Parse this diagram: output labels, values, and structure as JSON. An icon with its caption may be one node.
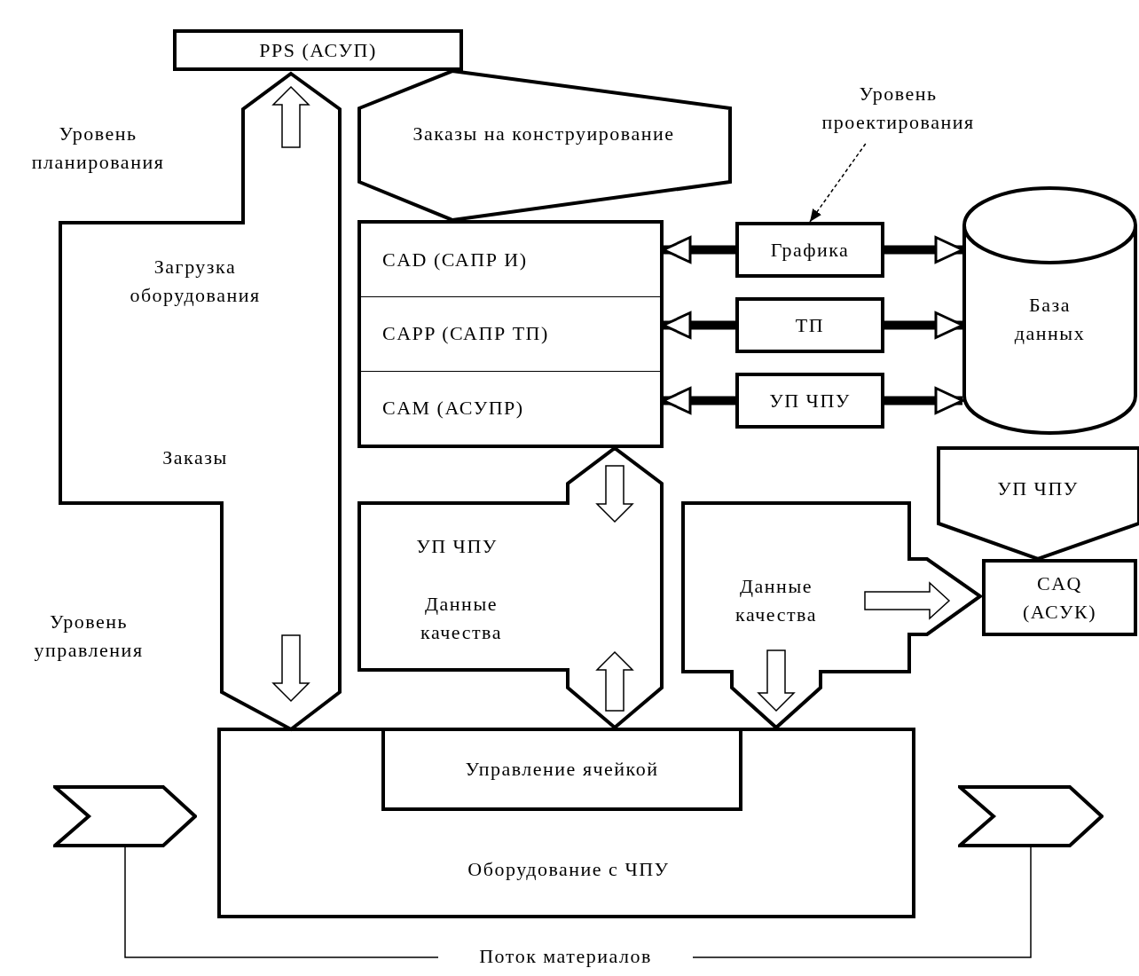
{
  "diagram": {
    "nodes": [
      {
        "text": [
          "PPS (АСУП)"
        ]
      },
      {
        "text": [
          "Загрузка оборудования",
          "Заказы"
        ]
      },
      {
        "text": [
          "Заказы на конструирование"
        ]
      },
      {
        "text": [
          "CAD (САПР И)",
          "CAPP (САПР ТП)",
          "CAM (АСУПР)"
        ]
      },
      {
        "text": [
          "Графика"
        ]
      },
      {
        "text": [
          "ТП"
        ]
      },
      {
        "text": [
          "УП ЧПУ"
        ]
      },
      {
        "text": [
          "База данных"
        ]
      },
      {
        "text": [
          "УП ЧПУ",
          "Данные качества"
        ]
      },
      {
        "text": [
          "Данные качества"
        ]
      },
      {
        "text": [
          "УП ЧПУ"
        ]
      },
      {
        "text": [
          "CAQ (АСУК)"
        ]
      },
      {
        "text": [
          "Оборудование с ЧПУ"
        ]
      },
      {
        "text": [
          "Управление ячейкой"
        ],
        "in": 12
      },
      {
        "text": [],
        "shape": "chevron"
      },
      {
        "text": [],
        "shape": "chevron"
      },
      {
        "text": [
          "Поток материалов"
        ]
      },
      {
        "text": [
          "Уровень проектирования"
        ]
      }
    ],
    "edges": [
      {
        "from": 4,
        "to": 3,
        "arrow": "to"
      },
      {
        "from": 4,
        "to": 7,
        "arrow": "to"
      },
      {
        "from": 5,
        "to": 3,
        "arrow": "to"
      },
      {
        "from": 5,
        "to": 7,
        "arrow": "to"
      },
      {
        "from": 6,
        "to": 3,
        "arrow": "to"
      },
      {
        "from": 6,
        "to": 7,
        "arrow": "to"
      },
      {
        "from": 16,
        "to": 14,
        "arrow": "none"
      },
      {
        "from": 16,
        "to": 15,
        "arrow": "none"
      },
      {
        "from": 17,
        "to": 4,
        "arrow": "to",
        "style": "dashed"
      }
    ],
    "labels": [
      "Уровень планирования",
      "Уровень управления"
    ]
  }
}
